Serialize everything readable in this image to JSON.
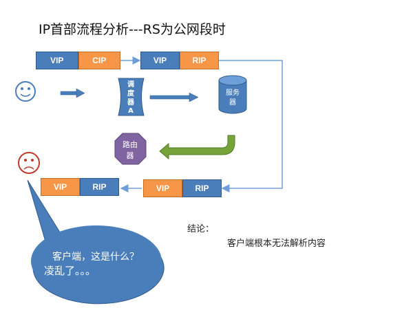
{
  "title": "IP首部流程分析---RS为公网段时",
  "packet_top_left": {
    "left": "VIP",
    "right": "CIP"
  },
  "packet_top_right": {
    "left": "VIP",
    "right": "RIP"
  },
  "packet_mid_right": {
    "left": "VIP",
    "right": "RIP"
  },
  "packet_bottom_left": {
    "left": "VIP",
    "right": "RIP"
  },
  "scheduler": {
    "lines": [
      "调",
      "度",
      "器",
      "A"
    ]
  },
  "server": {
    "lines": [
      "服务",
      "器"
    ]
  },
  "router": {
    "lines": [
      "路由",
      "器"
    ]
  },
  "conclusion": {
    "label": "结论：",
    "text": "客户端根本无法解析内容"
  },
  "bubble": {
    "line1": "客户端，这是什么？",
    "line2": "凌乱了。。。"
  },
  "colors": {
    "blue": "#4a7ebb",
    "orange": "#f79646",
    "purple": "#8064a2",
    "green": "#77a33b",
    "red": "#c0392b"
  }
}
